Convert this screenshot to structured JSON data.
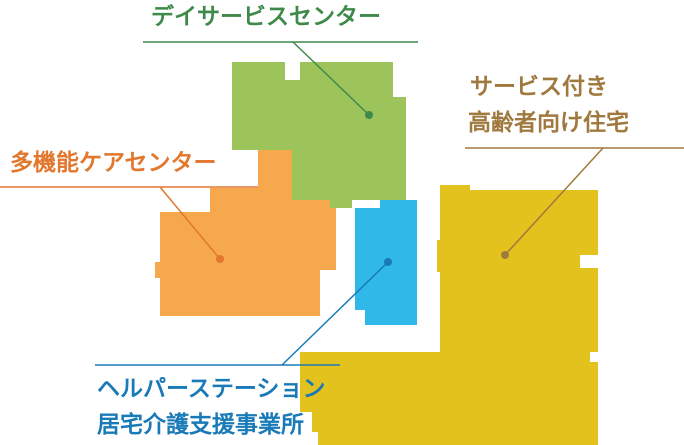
{
  "labels": {
    "day_service": "デイサービスセンター",
    "multi_function": "多機能ケアセンター",
    "service_housing": {
      "line1": "サービス付き",
      "line2": "高齢者向け住宅"
    },
    "helper_station": {
      "line1": "ヘルパーステーション",
      "line2": "居宅介護支援事業所"
    }
  },
  "colors": {
    "day_service": "#3f8a4a",
    "day_service_fill": "#9cc45a",
    "multi_function": "#e2772e",
    "multi_function_fill": "#f5a84c",
    "service_housing": "#a0793e",
    "service_housing_fill": "#e4c21e",
    "helper_station": "#1a7ab8",
    "helper_station_fill": "#30b9e8"
  }
}
